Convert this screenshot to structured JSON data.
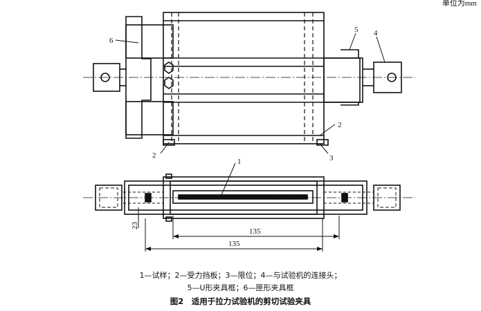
{
  "unit_note": "单位为mm",
  "callouts": {
    "c1": "1",
    "c2a": "2",
    "c2b": "2",
    "c3": "3",
    "c4": "4",
    "c5": "5",
    "c6": "6"
  },
  "dimensions": {
    "inner_135": "135",
    "outer_135": "135",
    "height_23": "23"
  },
  "legend": {
    "line1": "1—试样；2—受力挡板；3—限位；4—与试验机的连接头；",
    "line2": "5—U形夹具框；6—匣形夹具框"
  },
  "caption": "图2　适用于拉力试验机的剪切试验夹具"
}
